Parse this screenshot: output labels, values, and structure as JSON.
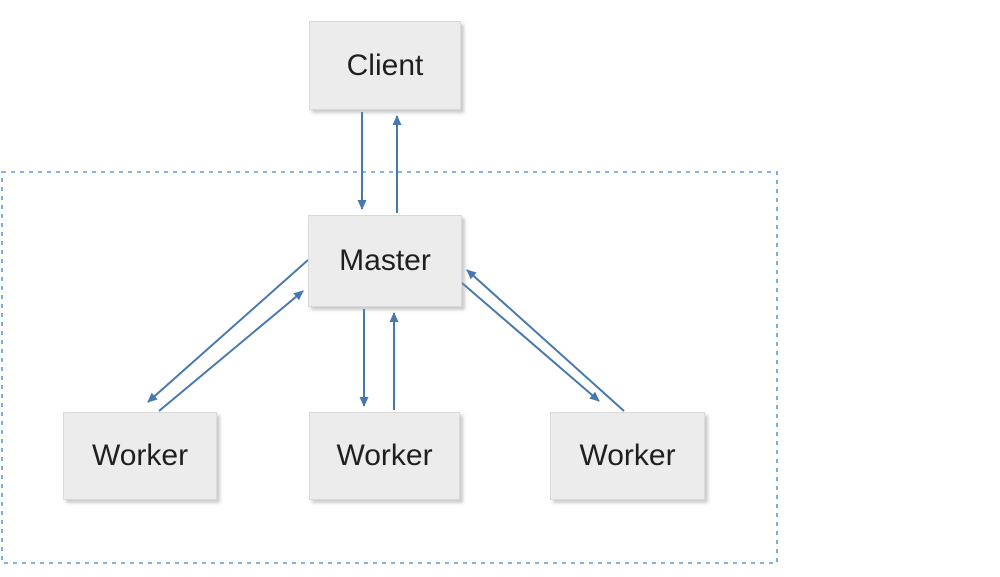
{
  "diagram": {
    "type": "architecture-diagram",
    "nodes": [
      {
        "id": "client",
        "label": "Client"
      },
      {
        "id": "master",
        "label": "Master"
      },
      {
        "id": "worker-left",
        "label": "Worker"
      },
      {
        "id": "worker-middle",
        "label": "Worker"
      },
      {
        "id": "worker-right",
        "label": "Worker"
      }
    ],
    "edges": [
      {
        "from": "client",
        "to": "master"
      },
      {
        "from": "master",
        "to": "client"
      },
      {
        "from": "master",
        "to": "worker-left"
      },
      {
        "from": "worker-left",
        "to": "master"
      },
      {
        "from": "master",
        "to": "worker-middle"
      },
      {
        "from": "worker-middle",
        "to": "master"
      },
      {
        "from": "master",
        "to": "worker-right"
      },
      {
        "from": "worker-right",
        "to": "master"
      }
    ],
    "boundary": {
      "style": "dashed",
      "encloses": [
        "master",
        "worker-left",
        "worker-middle",
        "worker-right"
      ]
    },
    "colors": {
      "arrow": "#4678ae",
      "boundary": "#5b9bd5",
      "node_fill": "#ececec",
      "node_border": "#d9d9d9",
      "node_text": "#1f1f1f",
      "background": "#ffffff"
    }
  }
}
